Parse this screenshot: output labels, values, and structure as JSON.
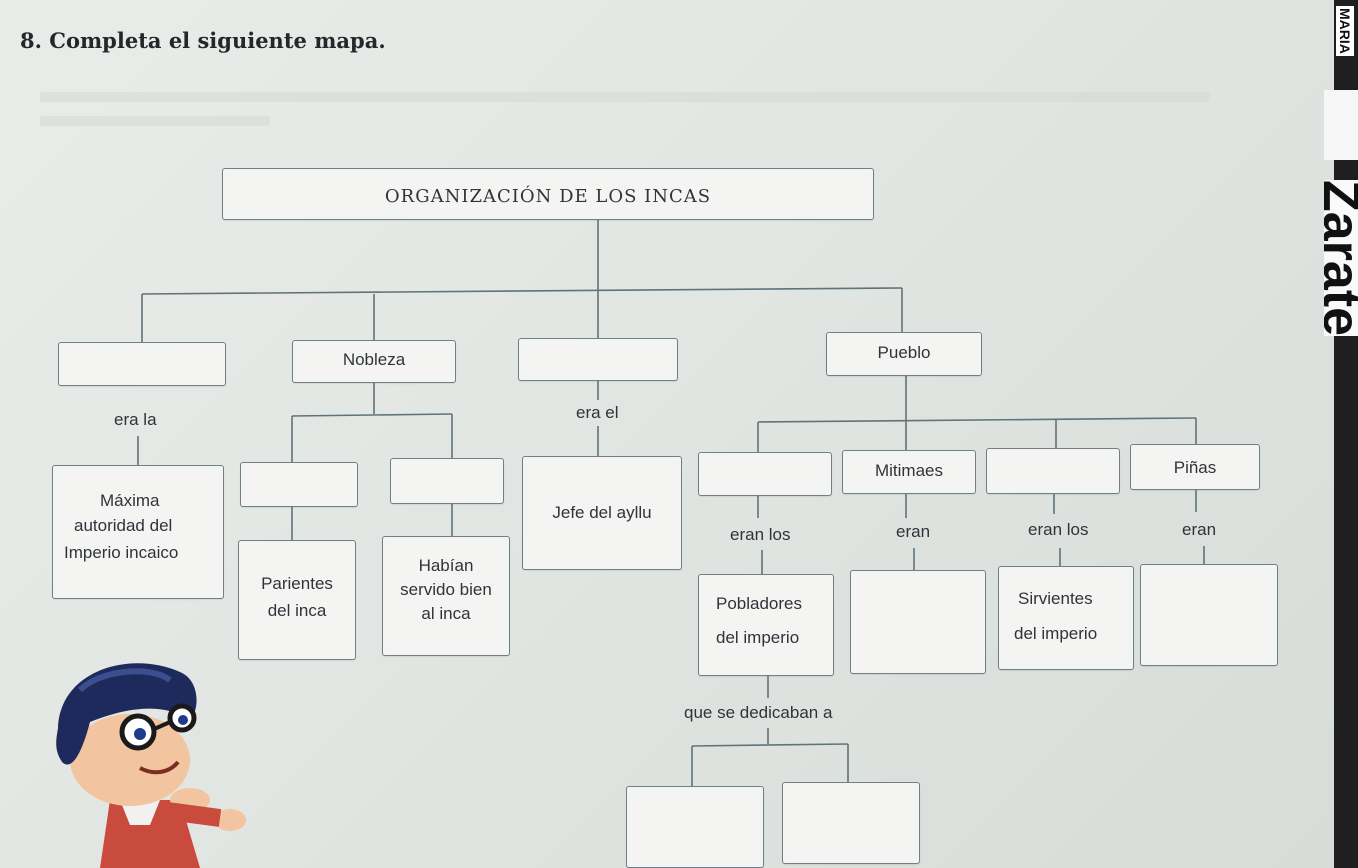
{
  "heading": "8. Completa el siguiente mapa.",
  "map": {
    "title": "ORGANIZACIÓN DE LOS INCAS",
    "nobleza": "Nobleza",
    "pueblo": "Pueblo",
    "era_la": "era la",
    "era_el": "era el",
    "maxima": [
      "Máxima",
      "autoridad del",
      "Imperio incaico"
    ],
    "jefe": "Jefe del ayllu",
    "parientes": [
      "Parientes",
      "del inca"
    ],
    "habian": [
      "Habían",
      "servido bien",
      "al inca"
    ],
    "mitimaes": "Mitimaes",
    "pinas": "Piñas",
    "eran_los_1": "eran los",
    "eran_1": "eran",
    "eran_los_2": "eran los",
    "eran_2": "eran",
    "pobladores": [
      "Pobladores",
      "del imperio"
    ],
    "sirvientes": [
      "Sirvientes",
      "del imperio"
    ],
    "que_se": "que se dedicaban a"
  },
  "edge": {
    "name_tag": "MARIA",
    "surname": "Zarate"
  }
}
